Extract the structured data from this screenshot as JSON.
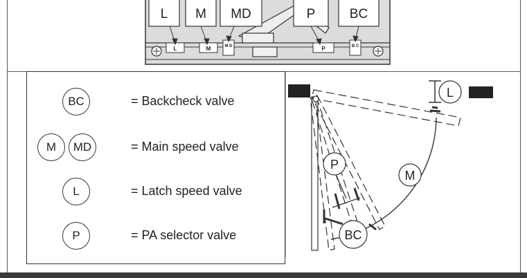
{
  "valve_labels": {
    "l": "L",
    "m": "M",
    "md": "MD",
    "p": "P",
    "bc": "BC"
  },
  "valve_marks": {
    "l": "L",
    "m": "M",
    "md": "M D",
    "p": "P",
    "bc": "B C"
  },
  "legend": [
    {
      "symbols": [
        "BC"
      ],
      "description": "= Backcheck valve"
    },
    {
      "symbols": [
        "M",
        "MD"
      ],
      "description": "= Main speed valve"
    },
    {
      "symbols": [
        "L"
      ],
      "description": "= Latch speed valve"
    },
    {
      "symbols": [
        "P"
      ],
      "description": "= PA selector valve"
    }
  ],
  "door_labels": {
    "l": "L",
    "p": "P",
    "m": "M",
    "bc": "BC"
  },
  "colors": {
    "line": "#333333",
    "body_fill": "#dcdcdc",
    "bar_fill": "#222222"
  }
}
